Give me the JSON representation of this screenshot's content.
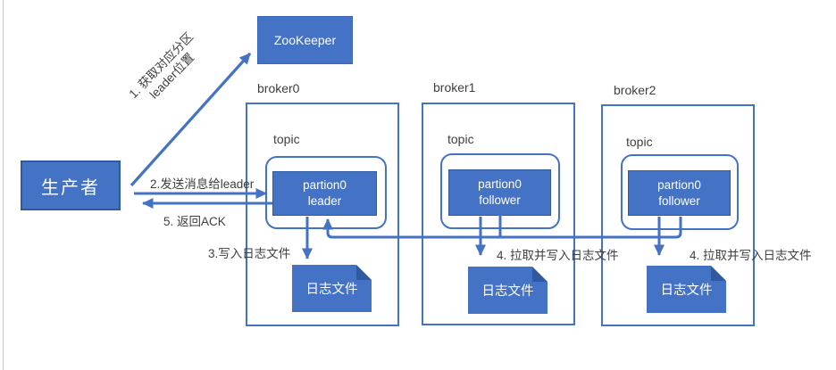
{
  "producer": {
    "label": "生产者"
  },
  "zookeeper": {
    "label": "ZooKeeper"
  },
  "brokers": [
    {
      "name": "broker0",
      "topic": "topic",
      "partition_line1": "partion0",
      "partition_line2": "leader",
      "logfile": "日志文件"
    },
    {
      "name": "broker1",
      "topic": "topic",
      "partition_line1": "partion0",
      "partition_line2": "follower",
      "logfile": "日志文件"
    },
    {
      "name": "broker2",
      "topic": "topic",
      "partition_line1": "partion0",
      "partition_line2": "follower",
      "logfile": "日志文件"
    }
  ],
  "steps": {
    "step1_line1": "1. 获取对应分区",
    "step1_line2": "leader位置",
    "step2": "2.发送消息给leader",
    "step3": "3.写入日志文件",
    "step4_broker1": "4. 拉取并写入日志文件",
    "step4_broker2": "4. 拉取并写入日志文件",
    "step5": "5. 返回ACK"
  },
  "colors": {
    "shape_fill": "#4472C4",
    "shape_border": "#2F5AA0",
    "outline_stroke": "#4472C4",
    "arrow": "#4472C4",
    "label_text": "#3F3F3F"
  }
}
